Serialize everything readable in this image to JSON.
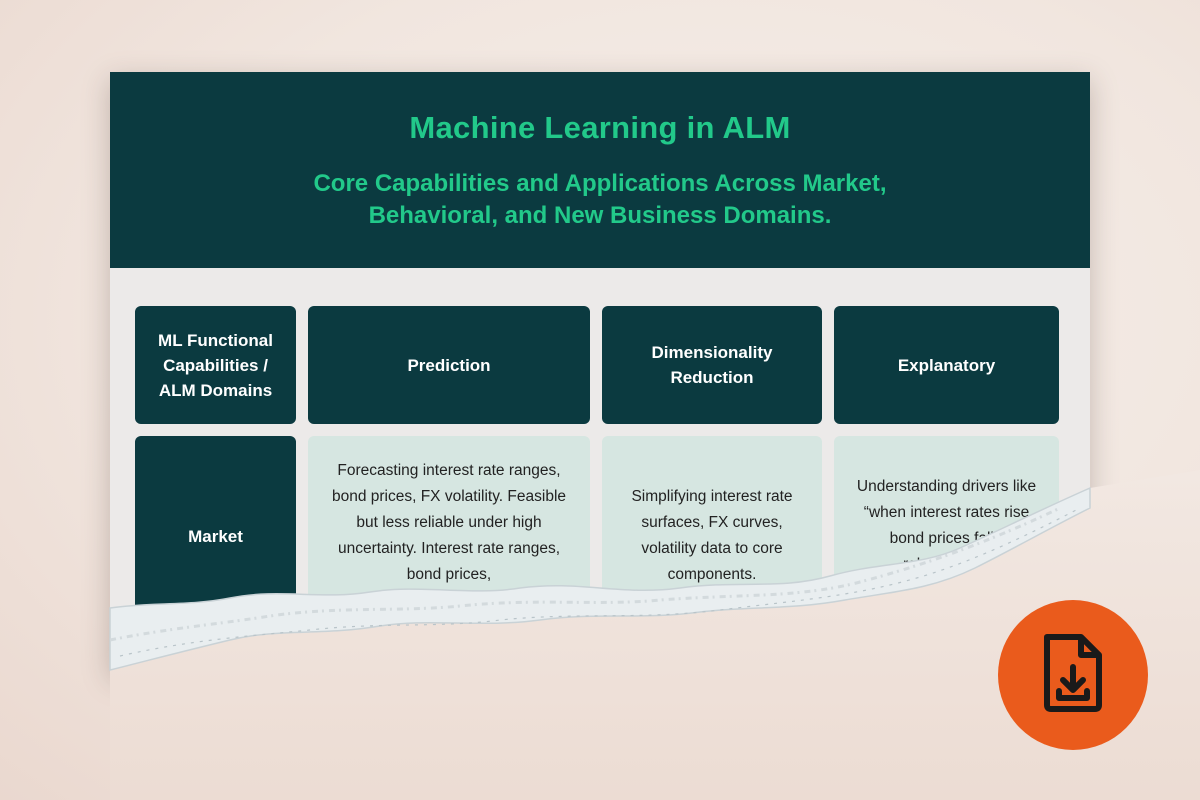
{
  "document": {
    "title": "Machine Learning in ALM",
    "subtitle": "Core Capabilities and Applications Across Market, Behavioral, and New Business Domains."
  },
  "table": {
    "corner_header": "ML Functional Capabilities / ALM Domains",
    "column_headers": [
      "Prediction",
      "Dimensionality Reduction",
      "Explanatory"
    ],
    "rows": [
      {
        "domain": "Market",
        "cells": [
          "Forecasting interest rate ranges, bond prices, FX volatility. Feasible but less reliable under high uncertainty. Interest rate ranges, bond prices,",
          "Simplifying interest rate surfaces, FX curves, volatility data to core components.",
          "Understanding drivers like “when interest rates rise bond prices fall.” relationships"
        ]
      }
    ]
  },
  "download": {
    "icon": "file-download-icon"
  },
  "colors": {
    "header_bg": "#0b3a40",
    "title_accent": "#22c98a",
    "cell_bg": "#d6e6e1",
    "download_accent": "#ea5b1c"
  }
}
